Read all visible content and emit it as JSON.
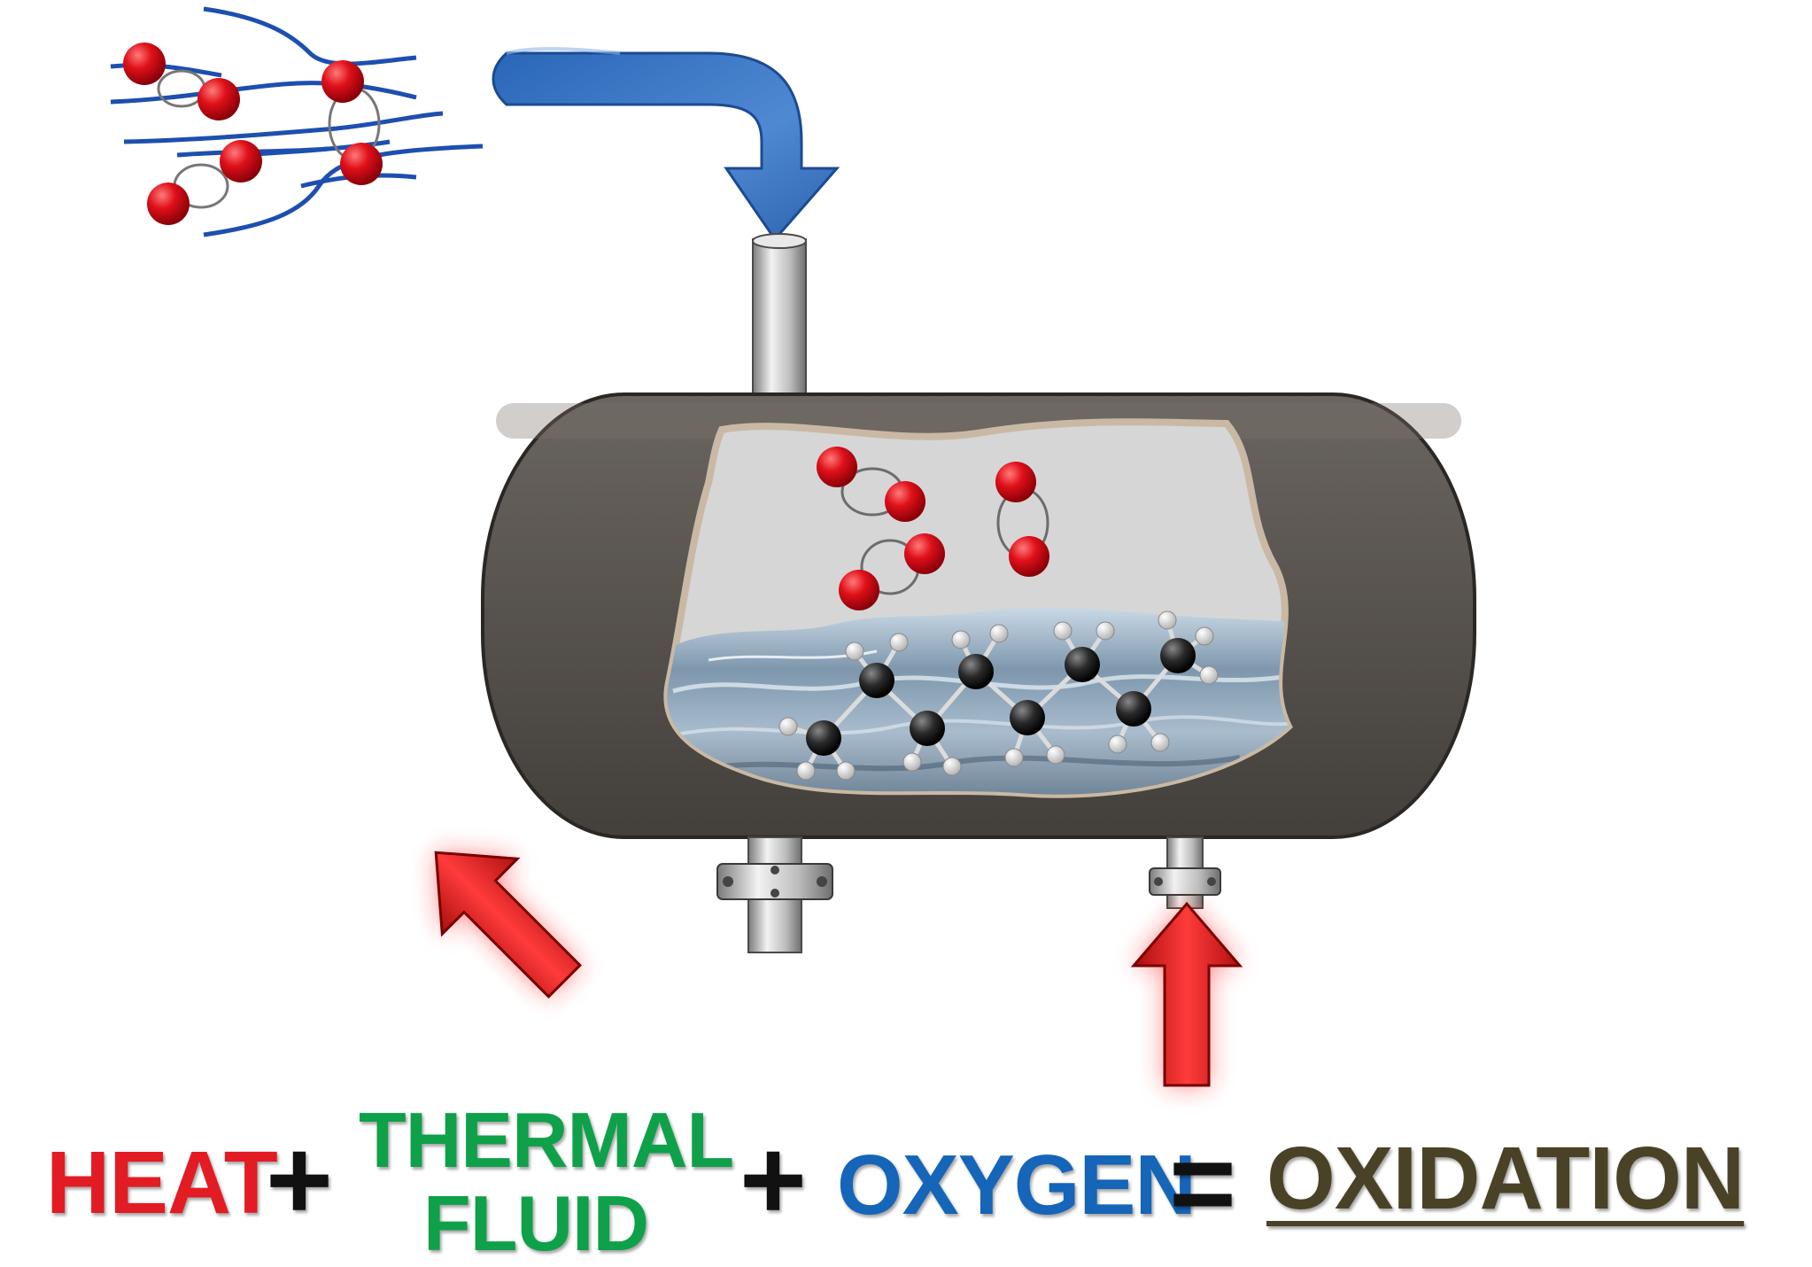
{
  "equation": {
    "heat": "HEAT",
    "plus_1": "+",
    "thermal": "THERMAL",
    "fluid": "FLUID",
    "plus_2": "+",
    "oxygen": "OXYGEN",
    "equals": "=",
    "oxidation": "OXIDATION"
  },
  "colors": {
    "heat": "#e31b23",
    "thermal_fluid": "#0fa04a",
    "oxygen": "#1565b8",
    "operator": "#111111",
    "oxidation": "#4a4226",
    "flow_arrow": "#2f6fc0",
    "tank_shell": "#5a5550",
    "tank_gas_space": "#d4d4d4",
    "oxygen_atom": "#e0101a",
    "carbon_atom": "#2a2a2a",
    "hydrogen_atom": "#eeeeee",
    "heat_arrow": "#e21c1c"
  },
  "icons": {
    "oxygen_molecule": "o2-molecule-icon",
    "hydrocarbon_chain": "hydrocarbon-molecule-icon",
    "air_flow": "air-flow-arrow-icon",
    "heat": "heat-arrow-icon"
  }
}
